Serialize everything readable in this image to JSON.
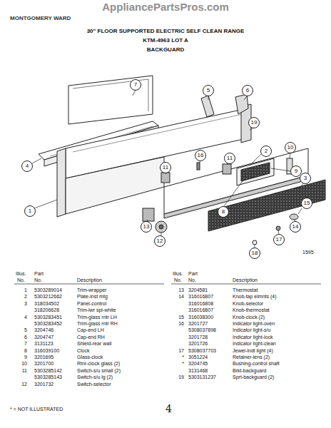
{
  "diagram": {
    "labels": [
      "AppliancePartsPros.com",
      "MONTGOMERY WARD",
      "30\" FLOOR SUPPORTED ELECTRIC SELF CLEAN RANGE",
      "KTM-4963 LOT A",
      "BACKGUARD",
      "7",
      "5",
      "6",
      "19",
      "16",
      "11",
      "11",
      "2",
      "10",
      "9",
      "3",
      "4",
      "1",
      "13",
      "12",
      "8",
      "14",
      "15",
      "17",
      "18",
      "1595",
      "Illus.",
      "No.",
      "Part",
      "No.",
      "Description",
      "Illus.",
      "No.",
      "Part",
      "No.",
      "Description",
      "1",
      "5303289014",
      "Trim-wrapper",
      "2",
      "5303212662",
      "Plate-inst mtg",
      "3",
      "318034502",
      "Panel-control",
      "318206628",
      "Trim-lwr spl-white",
      "4",
      "5303283451",
      "Trim-glass rntr LH",
      "5303283452",
      "Trim-glass rntr RH",
      "5",
      "3204746",
      "Cap-end LH",
      "6",
      "3204747",
      "Cap-end RH",
      "7",
      "3131123",
      "Shield-rear wall",
      "8",
      "316039100",
      "Clock",
      "9",
      "3201695",
      "Glass-clock",
      "10",
      "3201700",
      "Rtnr-clock glass (2)",
      "11",
      "5303285142",
      "Switch-s/u small (2)",
      "5303285143",
      "Switch-s/u lg (2)",
      "12",
      "3201732",
      "Switch-selector",
      "13",
      "3204581",
      "Thermostat",
      "14",
      "316016807",
      "Knob-tap elmnts (4)",
      "316016808",
      "Knob-selector",
      "316016807",
      "Knob-thermostat",
      "15",
      "316038300",
      "Knob-clock (2)",
      "16",
      "3201727",
      "Indicator light-oven",
      "5308037898",
      "Indicator light-s/u",
      "3201728",
      "Indicator light-lock",
      "3201726",
      "Indicator light-clean",
      "17",
      "5308037703",
      "Jewel-indt light (4)",
      "*",
      "3051224",
      "Retainer-lens (2)",
      "*",
      "3204745",
      "Bushing-control shaft",
      "3131468",
      "Brkt-backguard",
      "19",
      "5303131237",
      "Sprt-backguard (2)",
      "* = NOT ILLUSTRATED",
      "4"
    ]
  }
}
